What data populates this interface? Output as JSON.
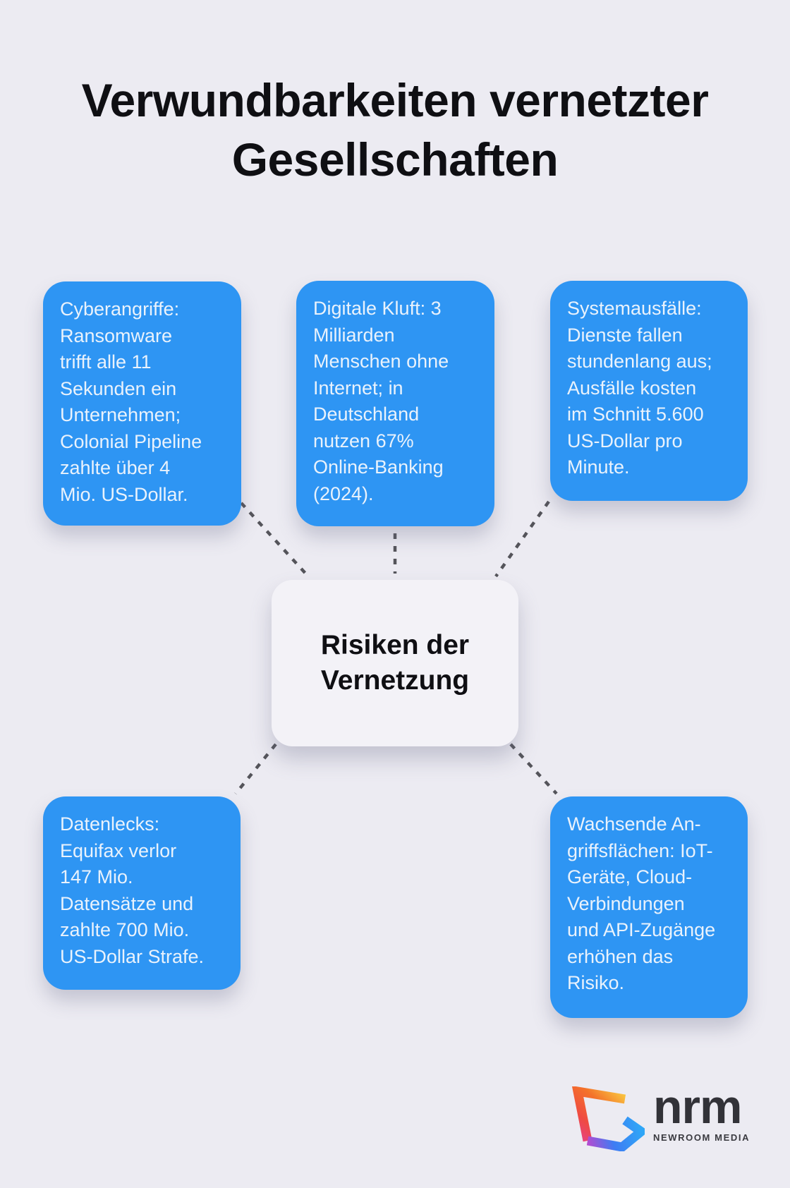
{
  "title": {
    "text": "Verwundbarkeiten vernetzter Gesellschaften"
  },
  "center_node": {
    "label": "Risiken der Vernetzung"
  },
  "nodes": [
    {
      "id": "cyberangriffe",
      "text": "Cyberangriffe: Ransomware trifft alle 11 Sekunden ein Unternehmen; Colonial Pipeline zahlte über 4 Mio. US-Dollar."
    },
    {
      "id": "digitale-kluft",
      "text": "Digitale Kluft: 3 Milliarden Menschen ohne Internet; in Deutschland nutzen 67% Online-Banking (2024)."
    },
    {
      "id": "systemausfaelle",
      "text": "Systemausfälle: Dienste fallen stundenlang aus; Ausfälle kosten im Schnitt 5.600 US-Dollar pro Minute."
    },
    {
      "id": "datenlecks",
      "text": "Datenlecks: Equifax verlor 147 Mio. Datensätze und zahlte 700 Mio. US-Dollar Strafe."
    },
    {
      "id": "angriffsflaechen",
      "text": "Wachsende An-griffsflächen: IoT-Geräte, Cloud-Verbindungen und API-Zugänge erhöhen das Risiko."
    }
  ],
  "logo": {
    "brand": "nrm",
    "subtitle": "NEWROOM MEDIA"
  },
  "colors": {
    "background": "#ECEBF2",
    "node_blue": "#2E95F3",
    "node_text": "#E9F2FC",
    "center_bg": "#F3F2F7",
    "title_text": "#0F0F13",
    "connector": "#54545A",
    "logo_warm_start": "#F9C13F",
    "logo_warm_end": "#E8447A",
    "logo_cool_start": "#B44BD0",
    "logo_cool_end": "#2FA6F7",
    "brand_text": "#323238"
  }
}
